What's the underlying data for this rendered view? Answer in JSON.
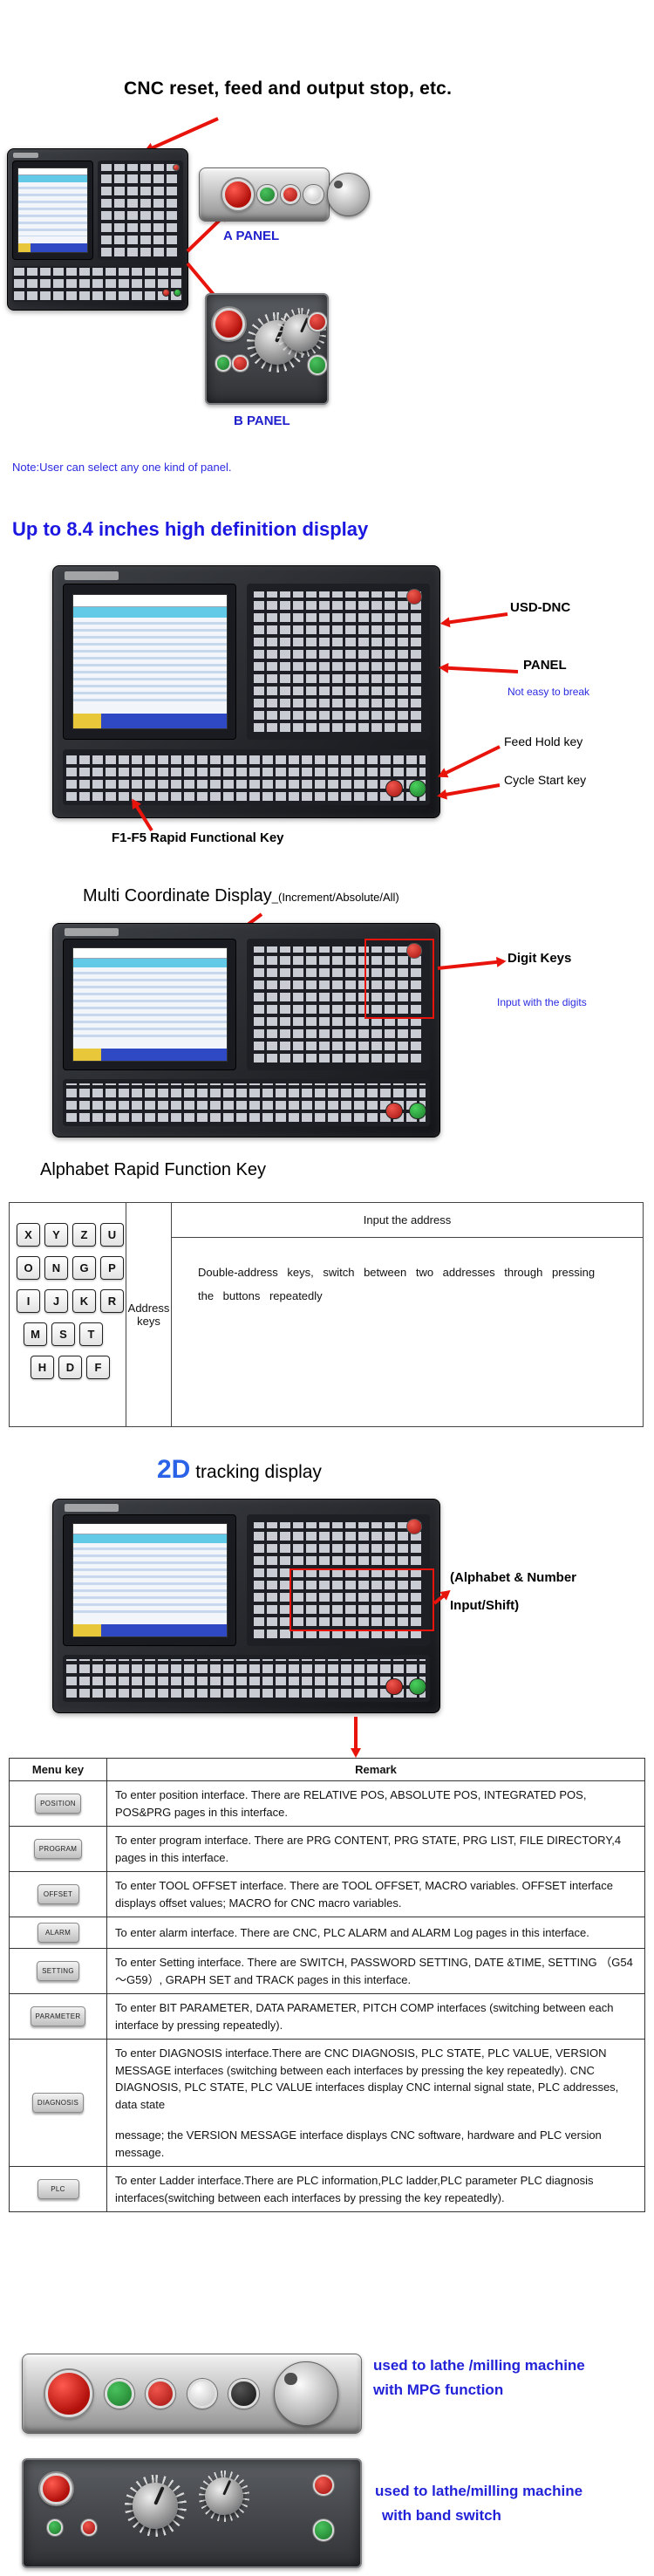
{
  "colors": {
    "accent_red": "#e8140c",
    "heading_blue": "#1b17e0",
    "note_blue": "#2a2ae0",
    "panel_label_blue": "#2020cc",
    "bottom_text_blue": "#2222d8"
  },
  "section_top": {
    "title": "CNC reset, feed and output  stop, etc.",
    "a_panel_label": "A PANEL",
    "b_panel_label": "B PANEL",
    "note": "Note:User can select any one kind of panel."
  },
  "section_display": {
    "heading": "Up to 8.4 inches high definition display",
    "usb_label": "USD-DNC",
    "panel_label": "PANEL",
    "panel_note": "Not easy to break",
    "feed_hold_label": "Feed Hold key",
    "cycle_start_label": "Cycle Start key",
    "fkeys_label": "F1-F5 Rapid Functional Key"
  },
  "section_coord": {
    "heading_main": "Multi Coordinate Display",
    "heading_sub": "_(Increment/Absolute/All)",
    "digit_keys_label": "Digit Keys",
    "digit_keys_note": "Input with the digits"
  },
  "section_alphabet": {
    "heading": "Alphabet Rapid Function Key",
    "key_rows": [
      [
        "X",
        "Y",
        "Z",
        "U"
      ],
      [
        "O",
        "N",
        "G",
        "P"
      ],
      [
        "I",
        "J",
        "K",
        "R"
      ],
      [
        "M",
        "S",
        "T"
      ],
      [
        "H",
        "D",
        "F"
      ]
    ],
    "address_label": "Address keys",
    "input_header": "Input the address",
    "description": "Double-address keys, switch between two addresses through pressing the buttons repeatedly"
  },
  "section_tracking": {
    "heading_accent": "2D",
    "heading_rest": " tracking display",
    "annotation_line1": "(Alphabet & Number",
    "annotation_line2": "Input/Shift)"
  },
  "menu_table": {
    "header_key": "Menu key",
    "header_remark": "Remark",
    "rows": [
      {
        "key": "POSITION",
        "remark": "To enter position interface. There are RELATIVE POS, ABSOLUTE POS, INTEGRATED POS, POS&PRG pages in this interface."
      },
      {
        "key": "PROGRAM",
        "remark": "To enter program interface. There are PRG CONTENT, PRG STATE, PRG LIST, FILE DIRECTORY,4 pages in this interface."
      },
      {
        "key": "OFFSET",
        "remark": "To enter TOOL OFFSET interface. There are TOOL OFFSET, MACRO variables. OFFSET interface displays offset values; MACRO for CNC macro variables."
      },
      {
        "key": "ALARM",
        "remark": "To enter alarm interface. There are CNC, PLC ALARM and ALARM Log pages in this interface."
      },
      {
        "key": "SETTING",
        "remark": "To enter Setting interface. There are SWITCH, PASSWORD SETTING, DATE &TIME, SETTING （G54～G59）, GRAPH SET and TRACK pages in this interface."
      },
      {
        "key": "PARAMETER",
        "remark": "To enter BIT PARAMETER, DATA PARAMETER, PITCH COMP interfaces (switching between each interface by pressing repeatedly)."
      },
      {
        "key": "DIAGNOSIS",
        "remark": "To enter DIAGNOSIS interface.There are CNC DIAGNOSIS, PLC STATE, PLC VALUE, VERSION MESSAGE interfaces (switching between each interfaces by pressing the key repeatedly). CNC DIAGNOSIS, PLC STATE, PLC VALUE interfaces display CNC internal signal state, PLC addresses, data state",
        "remark2": "message; the VERSION MESSAGE interface displays CNC software, hardware and PLC version message."
      },
      {
        "key": "PLC",
        "remark": "To enter Ladder interface.There are PLC information,PLC ladder,PLC parameter PLC diagnosis interfaces(switching between each interfaces by pressing the key repeatedly)."
      }
    ]
  },
  "section_bottom": {
    "mpg_line1": "used to lathe /milling machine",
    "mpg_line2": "with MPG function",
    "band_line1": "used to lathe/milling machine",
    "band_line2": "with band switch"
  }
}
